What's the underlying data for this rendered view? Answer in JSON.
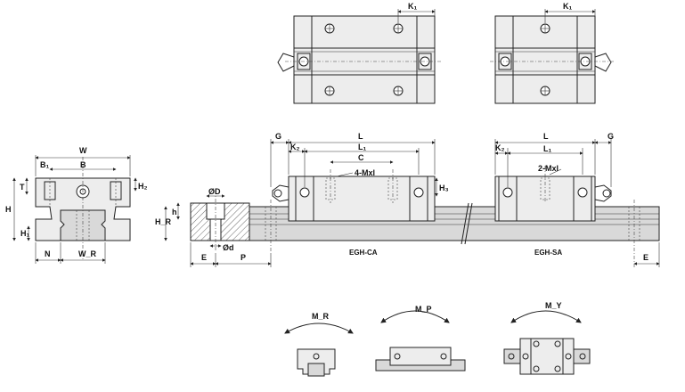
{
  "labels": {
    "K1": "K₁",
    "W": "W",
    "B": "B",
    "B1": "B₁",
    "T": "T",
    "H": "H",
    "H1": "H₁",
    "H2": "H₂",
    "H3": "H₃",
    "HR": "H_R",
    "N": "N",
    "WR": "W_R",
    "G": "G",
    "K2": "K₂",
    "L": "L",
    "L1": "L₁",
    "C": "C",
    "mxl4": "4-Mxl",
    "mxl2": "2-Mxl",
    "D": "ØD",
    "h": "h",
    "d": "Ød",
    "E": "E",
    "P": "P",
    "MR": "M_R",
    "MP": "M_P",
    "MY": "M_Y"
  },
  "captions": {
    "ca": "EGH-CA",
    "sa": "EGH-SA"
  },
  "colors": {
    "line": "#222222",
    "block_fill": "#ededed",
    "rail_fill": "#d9d9d9"
  }
}
